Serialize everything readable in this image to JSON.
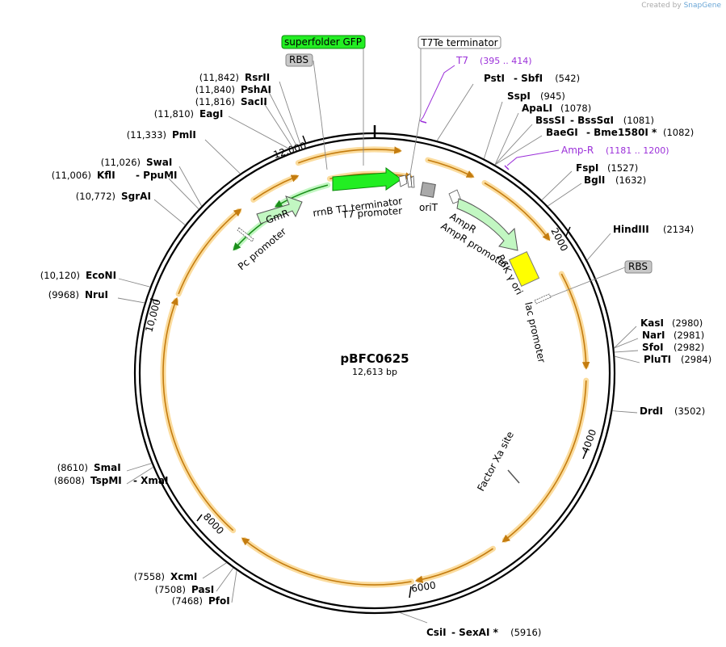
{
  "credit": {
    "prefix": "Created by",
    "brand": "SnapGene"
  },
  "plasmid": {
    "name": "pBFC0625",
    "size_label": "12,613 bp",
    "length": 12613
  },
  "ticks": [
    "2000",
    "4000",
    "6000",
    "8000",
    "10,000",
    "12,000"
  ],
  "colors": {
    "backbone": "#000000",
    "arrow": "#c47c0f",
    "halo": "#fbdc9e",
    "gfp": "#22ee22",
    "gfp_stroke": "#0a8a0a",
    "light_green": "#c2f7c2",
    "gray_box": "#a9a9a9",
    "yellow_box": "#ffff00",
    "primer": "#9b30d9"
  },
  "features": {
    "sfgfp": "superfolder GFP",
    "rbs": "RBS",
    "t7te": "T7Te terminator",
    "rrnb": "rrnB T1 terminator",
    "t7prom": "T7 promoter",
    "oriT": "oriT",
    "ampR": "AmpR",
    "ampRprom": "AmpR promoter",
    "r6k": "R6K γ ori",
    "rbs2": "RBS",
    "lacprom": "lac promoter",
    "gmr": "GmR",
    "pcprom": "Pc promoter",
    "factorxa": "Factor Xa site"
  },
  "primers": [
    {
      "name": "T7",
      "range": "(395 .. 414)"
    },
    {
      "name": "Amp-R",
      "range": "(1181 .. 1200)"
    }
  ],
  "sites_right": [
    {
      "name": "PstI",
      "name2": "SbfI",
      "pos": "(542)"
    },
    {
      "name": "SspI",
      "pos": "(945)"
    },
    {
      "name": "ApaLI",
      "pos": "(1078)"
    },
    {
      "name": "BssSI",
      "name2": "BssSαI",
      "pos": "(1081)"
    },
    {
      "name": "BaeGI",
      "name2": "Bme1580I *",
      "pos": "(1082)"
    },
    {
      "name": "FspI",
      "pos": "(1527)"
    },
    {
      "name": "BglI",
      "pos": "(1632)"
    },
    {
      "name": "HindIII",
      "pos": "(2134)"
    },
    {
      "name": "KasI",
      "pos": "(2980)"
    },
    {
      "name": "NarI",
      "pos": "(2981)"
    },
    {
      "name": "SfoI",
      "pos": "(2982)"
    },
    {
      "name": "PluTI",
      "pos": "(2984)"
    },
    {
      "name": "DrdI",
      "pos": "(3502)"
    },
    {
      "name": "CsiI",
      "name2": "SexAI *",
      "pos": "(5916)"
    }
  ],
  "sites_left": [
    {
      "name": "RsrII",
      "pos": "(11,842)"
    },
    {
      "name": "PshAI",
      "pos": "(11,840)"
    },
    {
      "name": "SacII",
      "pos": "(11,816)"
    },
    {
      "name": "EagI",
      "pos": "(11,810)"
    },
    {
      "name": "PmlI",
      "pos": "(11,333)"
    },
    {
      "name": "SwaI",
      "pos": "(11,026)"
    },
    {
      "name": "KflI",
      "name2": "PpuMI",
      "pos": "(11,006)"
    },
    {
      "name": "SgrAI",
      "pos": "(10,772)"
    },
    {
      "name": "EcoNI",
      "pos": "(10,120)"
    },
    {
      "name": "NruI",
      "pos": "(9968)"
    },
    {
      "name": "SmaI",
      "pos": "(8610)"
    },
    {
      "name": "TspMI",
      "name2": "XmaI",
      "pos": "(8608)"
    },
    {
      "name": "XcmI",
      "pos": "(7558)"
    },
    {
      "name": "PasI",
      "pos": "(7508)"
    },
    {
      "name": "PfoI",
      "pos": "(7468)"
    }
  ]
}
